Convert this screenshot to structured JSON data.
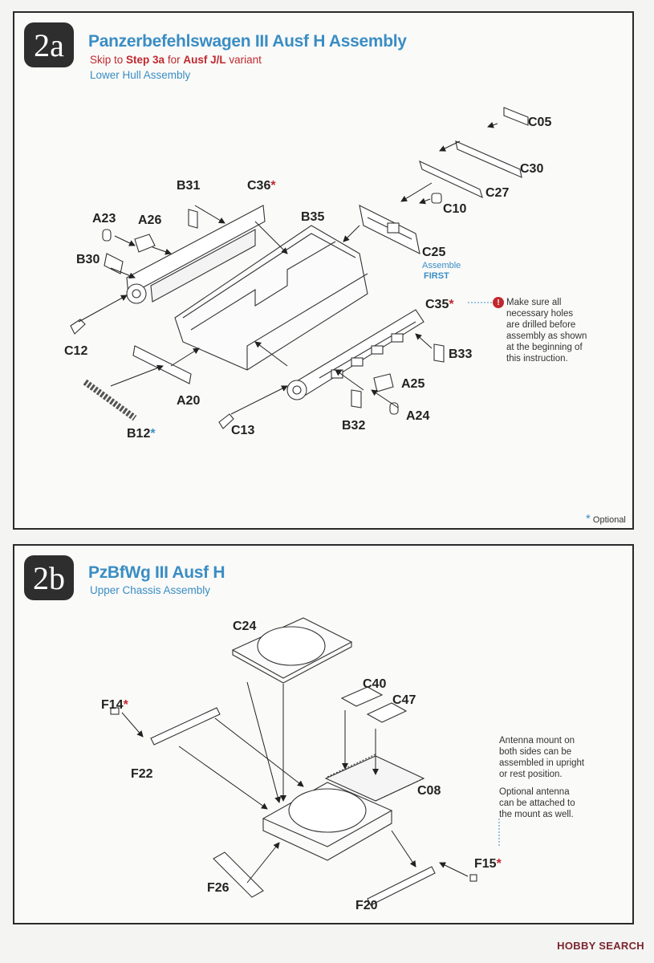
{
  "step_a": {
    "number": "2a",
    "title": "Panzerbefehlswagen III Ausf H Assembly",
    "skip_pre": "Skip to",
    "skip_step": "Step 3a",
    "skip_mid": "for",
    "skip_variant": "Ausf J/L",
    "skip_post": "variant",
    "subtitle": "Lower Hull Assembly",
    "labels": {
      "C05": "C05",
      "C30": "C30",
      "C27": "C27",
      "C10": "C10",
      "C25": "C25",
      "C25_note1": "Assemble",
      "C25_note2": "FIRST",
      "B31": "B31",
      "C36": "C36",
      "A23": "A23",
      "A26": "A26",
      "B35": "B35",
      "B30": "B30",
      "C35": "C35",
      "C12": "C12",
      "B33": "B33",
      "A25": "A25",
      "A20": "A20",
      "A24": "A24",
      "B32": "B32",
      "C13": "C13",
      "B12": "B12"
    },
    "asterisk": "*",
    "note_lines": [
      "Make sure all",
      "necessary holes",
      "are drilled before",
      "assembly as shown",
      "at the beginning of",
      "this instruction."
    ],
    "warning_symbol": "!",
    "optional_star": "*",
    "optional_text": "Optional"
  },
  "step_b": {
    "number": "2b",
    "title": "PzBfWg III Ausf H",
    "subtitle": "Upper Chassis Assembly",
    "labels": {
      "C24": "C24",
      "C40": "C40",
      "C47": "C47",
      "F14": "F14",
      "F22": "F22",
      "C08": "C08",
      "F15": "F15",
      "F26": "F26",
      "F20": "F20"
    },
    "asterisk": "*",
    "note1_lines": [
      "Antenna mount on",
      "both sides can be",
      "assembled in upright",
      "or rest position."
    ],
    "note2_lines": [
      "Optional antenna",
      "can be attached to",
      "the mount as well."
    ]
  },
  "watermark": "HOBBY SEARCH",
  "colors": {
    "accent_blue": "#3a8dc4",
    "accent_red": "#c0282d",
    "badge": "#2e2e2e"
  }
}
